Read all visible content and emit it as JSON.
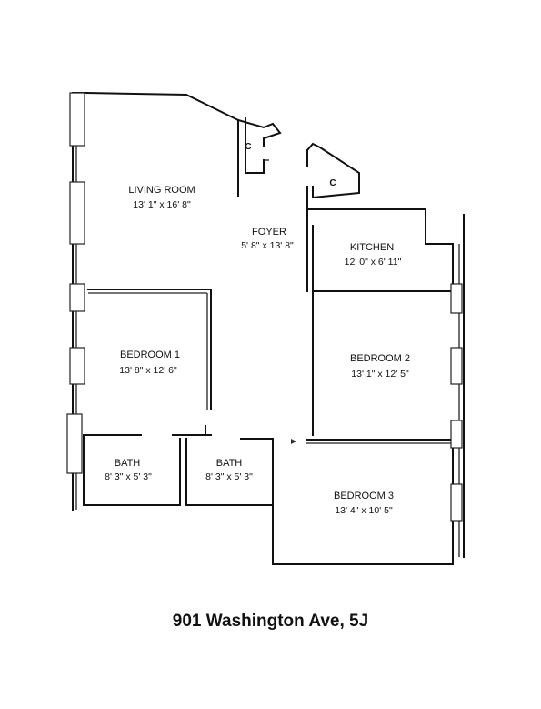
{
  "rooms": {
    "living_room": {
      "name": "LIVING ROOM",
      "dims": "13' 1\" x 16' 8\""
    },
    "foyer": {
      "name": "FOYER",
      "dims": "5' 8\" x 13' 8\""
    },
    "kitchen": {
      "name": "KITCHEN",
      "dims": "12' 0\" x 6' 11\""
    },
    "bedroom1": {
      "name": "BEDROOM 1",
      "dims": "13' 8\" x 12' 6\""
    },
    "bedroom2": {
      "name": "BEDROOM 2",
      "dims": "13' 1\" x 12' 5\""
    },
    "bedroom3": {
      "name": "BEDROOM 3",
      "dims": "13' 4\" x 10' 5\""
    },
    "bath1": {
      "name": "BATH",
      "dims": "8' 3\" x 5' 3\""
    },
    "bath2": {
      "name": "BATH",
      "dims": "8' 3\" x 5' 3\""
    }
  },
  "closets": {
    "closet1": "C",
    "closet2": "C"
  },
  "caption": "901 Washington Ave, 5J"
}
